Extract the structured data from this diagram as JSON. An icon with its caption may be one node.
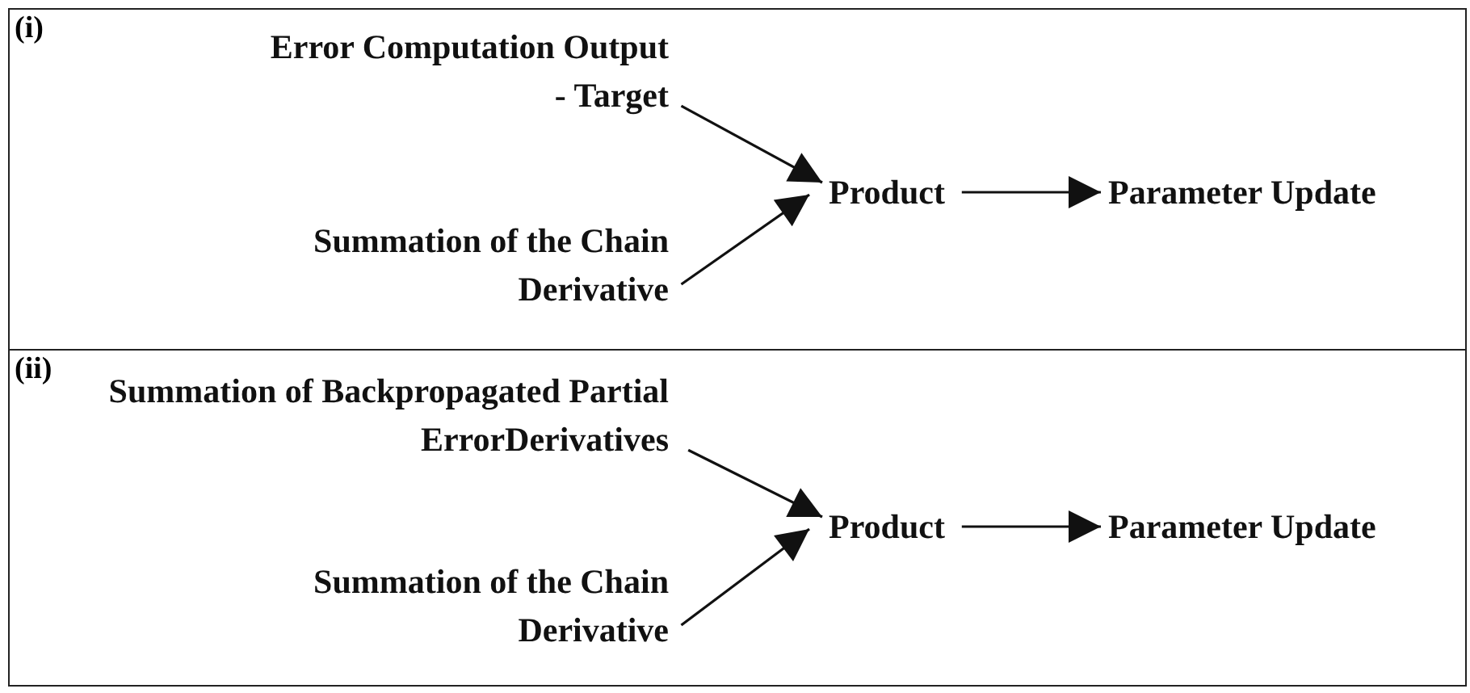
{
  "diagram": {
    "nodes": [
      {
        "text": [
          "(i)"
        ]
      },
      {
        "text": [
          "Error Computation Output - Target"
        ],
        "in": 0
      },
      {
        "text": [
          "Summation of the Chain Derivative"
        ],
        "in": 0
      },
      {
        "text": [
          "Product"
        ],
        "in": 0
      },
      {
        "text": [
          "Parameter Update"
        ],
        "in": 0
      },
      {
        "text": [
          "(ii)"
        ]
      },
      {
        "text": [
          "Summation of Backpropagated Partial ErrorDerivatives"
        ],
        "in": 5
      },
      {
        "text": [
          "Summation of the Chain Derivative"
        ],
        "in": 5
      },
      {
        "text": [
          "Product"
        ],
        "in": 5
      },
      {
        "text": [
          "Parameter Update"
        ],
        "in": 5
      }
    ],
    "edges": [
      {
        "from": 1,
        "to": 3,
        "arrow": "to"
      },
      {
        "from": 2,
        "to": 3,
        "arrow": "to"
      },
      {
        "from": 3,
        "to": 4,
        "arrow": "to"
      },
      {
        "from": 6,
        "to": 8,
        "arrow": "to"
      },
      {
        "from": 7,
        "to": 8,
        "arrow": "to"
      },
      {
        "from": 8,
        "to": 9,
        "arrow": "to"
      }
    ]
  }
}
